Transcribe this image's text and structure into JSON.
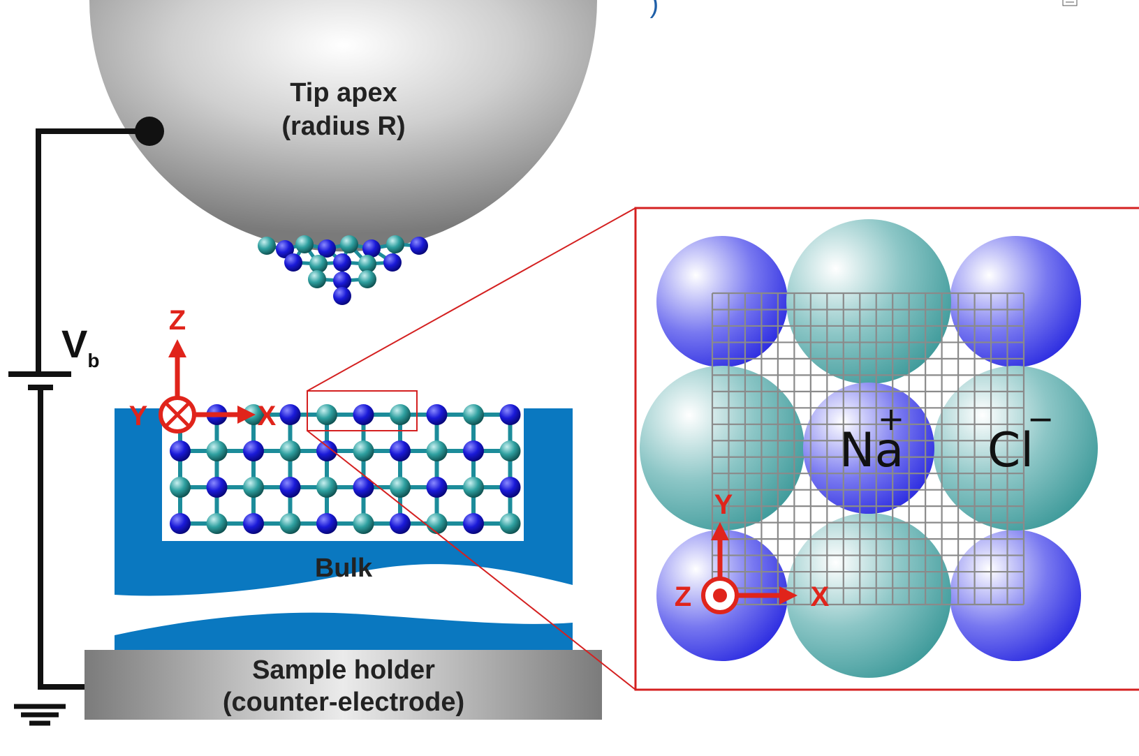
{
  "header": {
    "caption_fragment": "g         p          (         )"
  },
  "tip": {
    "line1": "Tip apex",
    "line2": "(radius R)"
  },
  "bias": {
    "symbol": "V",
    "subscript": "b"
  },
  "bulk": {
    "label": "Bulk"
  },
  "holder": {
    "line1": "Sample holder",
    "line2": "(counter-electrode)"
  },
  "sample_axes": {
    "z": "Z",
    "x": "X",
    "y": "Y"
  },
  "inset": {
    "cation": {
      "symbol": "Na",
      "charge": "+"
    },
    "anion": {
      "symbol": "Cl",
      "charge": "−"
    },
    "axes": {
      "y": "Y",
      "x": "X",
      "z": "Z"
    }
  },
  "colors": {
    "na_blue": "#1e1ee0",
    "cl_teal": "#2a9a9a",
    "bulk_blue": "#0a78c0",
    "frame_red": "#d42020",
    "axis_red": "#e0241b",
    "grid_gray": "#8a8a8a",
    "caption_blue": "#1f5fa8"
  }
}
